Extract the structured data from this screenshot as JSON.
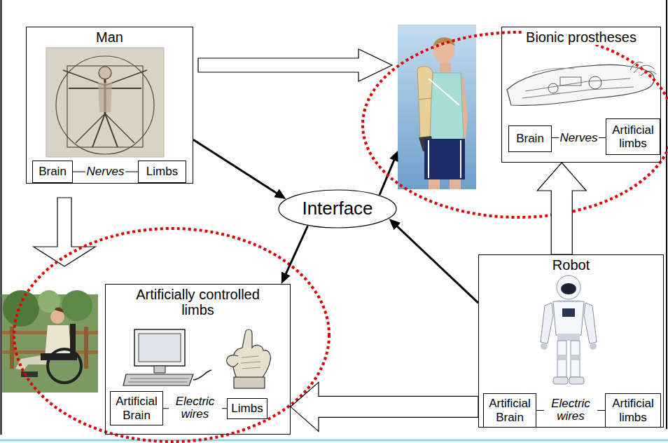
{
  "diagram": {
    "nodes": [
      {
        "text": [
          "Man"
        ]
      },
      {
        "text": [
          "Brain"
        ],
        "in": 0
      },
      {
        "text": [
          "Limbs"
        ],
        "in": 0
      },
      {
        "text": [
          "Bionic prostheses"
        ]
      },
      {
        "text": [
          "Brain"
        ],
        "in": 3
      },
      {
        "text": [
          "Artificial limbs"
        ],
        "in": 3
      },
      {
        "text": [
          "Interface"
        ]
      },
      {
        "text": [
          "Robot"
        ]
      },
      {
        "text": [
          "Artificial Brain"
        ],
        "in": 7
      },
      {
        "text": [
          "Artificial limbs"
        ],
        "in": 7
      },
      {
        "text": [
          "Artificially controlled limbs"
        ]
      },
      {
        "text": [
          "Artificial Brain"
        ],
        "in": 10
      },
      {
        "text": [
          "Limbs"
        ],
        "in": 10
      }
    ],
    "edges": [
      {
        "from": 1,
        "to": 2,
        "label": "Nerves",
        "arrow": "none"
      },
      {
        "from": 4,
        "to": 5,
        "label": "Nerves",
        "arrow": "none"
      },
      {
        "from": 0,
        "to": 6,
        "arrow": "to"
      },
      {
        "from": 7,
        "to": 6,
        "arrow": "to"
      },
      {
        "from": 7,
        "to": 3,
        "arrow": "to"
      },
      {
        "from": 6,
        "to": 10,
        "arrow": "to"
      },
      {
        "from": 7,
        "to": 10,
        "arrow": "to"
      },
      {
        "from": 8,
        "to": 9,
        "label": "Electric wires",
        "arrow": "none"
      },
      {
        "from": 11,
        "to": 12,
        "label": "Electric wires",
        "arrow": "none"
      }
    ]
  }
}
